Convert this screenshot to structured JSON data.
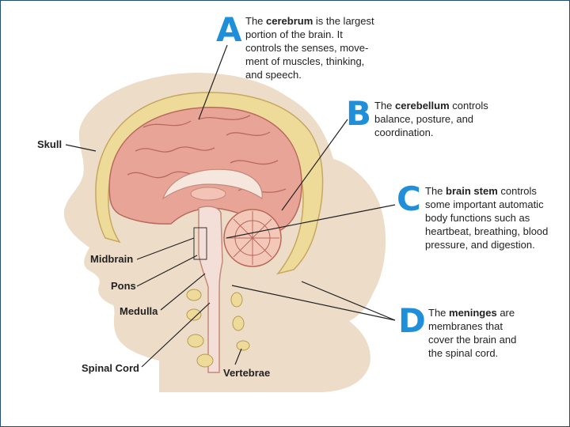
{
  "colors": {
    "letter": "#1e8fd8",
    "head": "#ecdcc8",
    "skull_bone": "#eedb9a",
    "cerebrum": "#e8a496",
    "cerebellum": "#f4c8b8",
    "line": "#222222",
    "frame": "#1f4e79"
  },
  "annotations": {
    "a": {
      "letter": "A",
      "pre": "The ",
      "term": "cerebrum",
      "line1_rest": " is the largest",
      "lines": [
        "portion of the brain. It",
        "controls the senses, move-",
        "ment of muscles, thinking,",
        "and speech."
      ]
    },
    "b": {
      "letter": "B",
      "pre": "The ",
      "term": "cerebellum",
      "line1_rest": " controls",
      "lines": [
        "balance, posture, and",
        "coordination."
      ]
    },
    "c": {
      "letter": "C",
      "pre": "The ",
      "term": "brain stem",
      "line1_rest": " controls",
      "lines": [
        "some important automatic",
        "body functions such as",
        "heartbeat, breathing, blood",
        "pressure, and digestion."
      ]
    },
    "d": {
      "letter": "D",
      "pre": "The ",
      "term": "meninges",
      "line1_rest": " are",
      "lines": [
        "membranes that",
        "cover the brain and",
        "the spinal cord."
      ]
    }
  },
  "labels": {
    "skull": "Skull",
    "midbrain": "Midbrain",
    "pons": "Pons",
    "medulla": "Medulla",
    "spinal_cord": "Spinal Cord",
    "vertebrae": "Vertebrae"
  }
}
